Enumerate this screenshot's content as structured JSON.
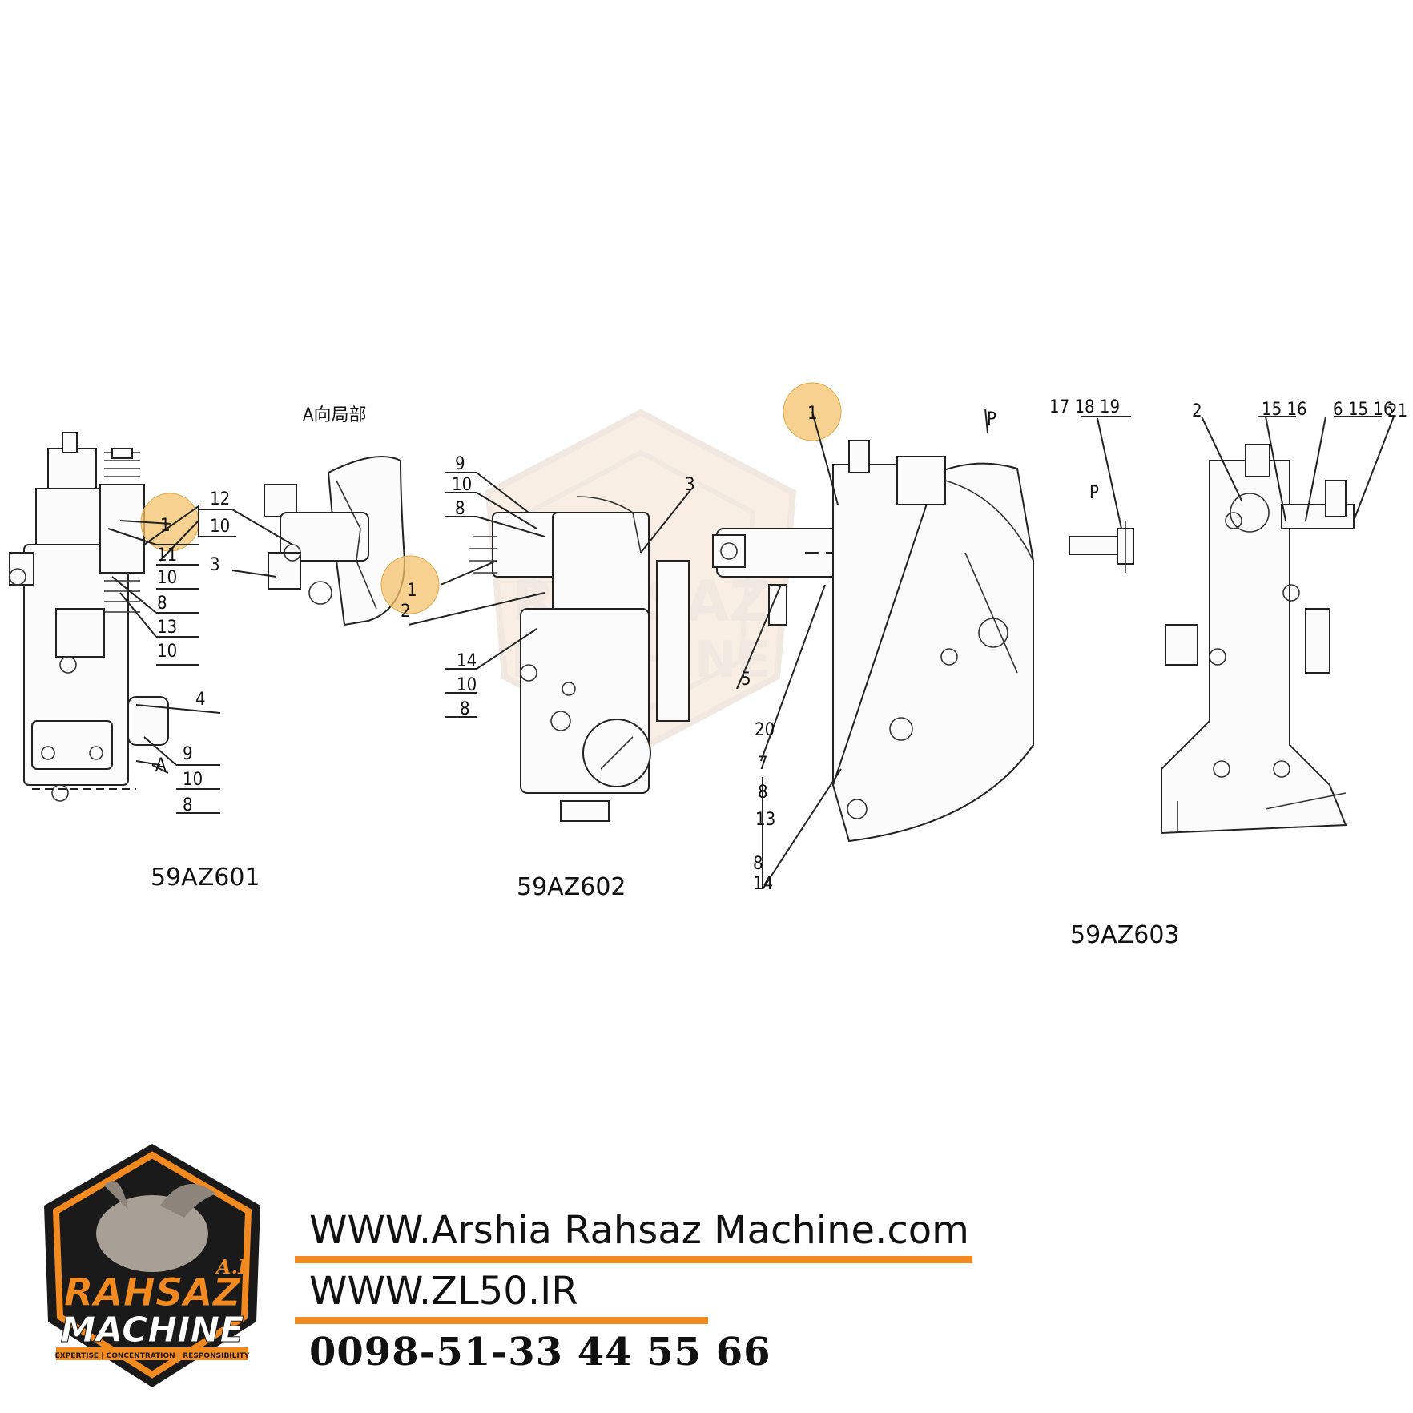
{
  "diagram": {
    "view_label": "A向局部",
    "section_codes": [
      "59AZ601",
      "59AZ602",
      "59AZ603"
    ],
    "callouts_601": [
      "12",
      "10",
      "3",
      "1",
      "11",
      "10",
      "8",
      "13",
      "10",
      "4",
      "9",
      "10",
      "8"
    ],
    "arrow_a": "A",
    "callouts_602": [
      "9",
      "10",
      "8",
      "3",
      "1",
      "2",
      "14",
      "10",
      "8",
      "5",
      "20",
      "7",
      "8",
      "13",
      "8",
      "14"
    ],
    "view_p": "P",
    "callouts_603": [
      "1",
      "17 18 19",
      "P",
      "2",
      "15 16",
      "6 15 16",
      "21"
    ]
  },
  "footer": {
    "website1": "WWW.Arshia Rahsaz Machine.com",
    "website2": "WWW.ZL50.IR",
    "phone": "0098-51-33 44 55 66"
  },
  "logo": {
    "wordmark_top": "RAHSAZ",
    "wordmark_bottom": "MACHINE",
    "initials": "A.I",
    "tagline": "EXPERTISE | CONCENTRATION | RESPONSIBILITY"
  },
  "colors": {
    "accent": "#f28a1f",
    "highlight": "#f4c26b",
    "ink": "#111111"
  }
}
